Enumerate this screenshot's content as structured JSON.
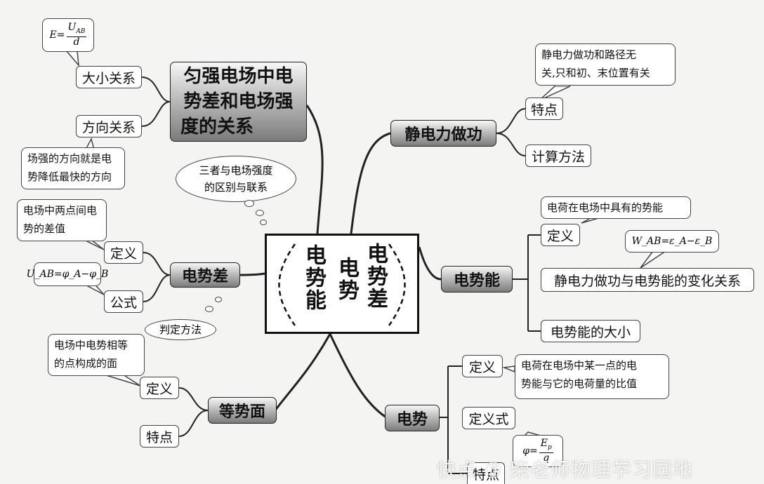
{
  "center": {
    "col1": "电势能",
    "col2": "电势",
    "col3": "电势差"
  },
  "uniform_field": {
    "title": "匀强电场中电势差和电场强度的关系",
    "title_lines": [
      "匀强电场中电",
      "势差和电场强",
      "度的关系"
    ],
    "magnitude": "大小关系",
    "direction": "方向关系",
    "formula_lhs": "E=",
    "formula_num": "U",
    "formula_num_sub": "AB",
    "formula_den": "d",
    "direction_note": "场强的方向就是电\n势降低最快的方向"
  },
  "thought_bubble": "三者与电场强度\n的区别与联系",
  "work": {
    "title": "静电力做功",
    "feature": "特点",
    "calc": "计算方法",
    "feature_note": "静电力做功和路径无\n关,只和初、末位置有关"
  },
  "potential_diff": {
    "title": "电势差",
    "definition": "定义",
    "formula_label": "公式",
    "def_note": "电场中两点间电\n势的差值",
    "formula": "U_AB=φ_A−φ_B",
    "judge": "判定方法"
  },
  "potential_energy": {
    "title": "电势能",
    "definition": "定义",
    "def_note": "电荷在电场中具有的势能",
    "relation": "静电力做功与电势能的变化关系",
    "formula": "W_AB=ε_A−ε_B",
    "magnitude": "电势能的大小"
  },
  "equipotential": {
    "title": "等势面",
    "definition": "定义",
    "feature": "特点",
    "def_note": "电场中电势相等\n的点构成的面"
  },
  "potential": {
    "title": "电势",
    "definition": "定义",
    "def_note": "电荷在电场中某一点的电\n势能与它的电荷量的比值",
    "def_formula": "定义式",
    "formula_lhs": "φ=",
    "formula_num": "E",
    "formula_num_sub": "p",
    "formula_den": "q",
    "feature": "特点"
  },
  "watermark": "快点 ③ 柴老师物理学习园地"
}
